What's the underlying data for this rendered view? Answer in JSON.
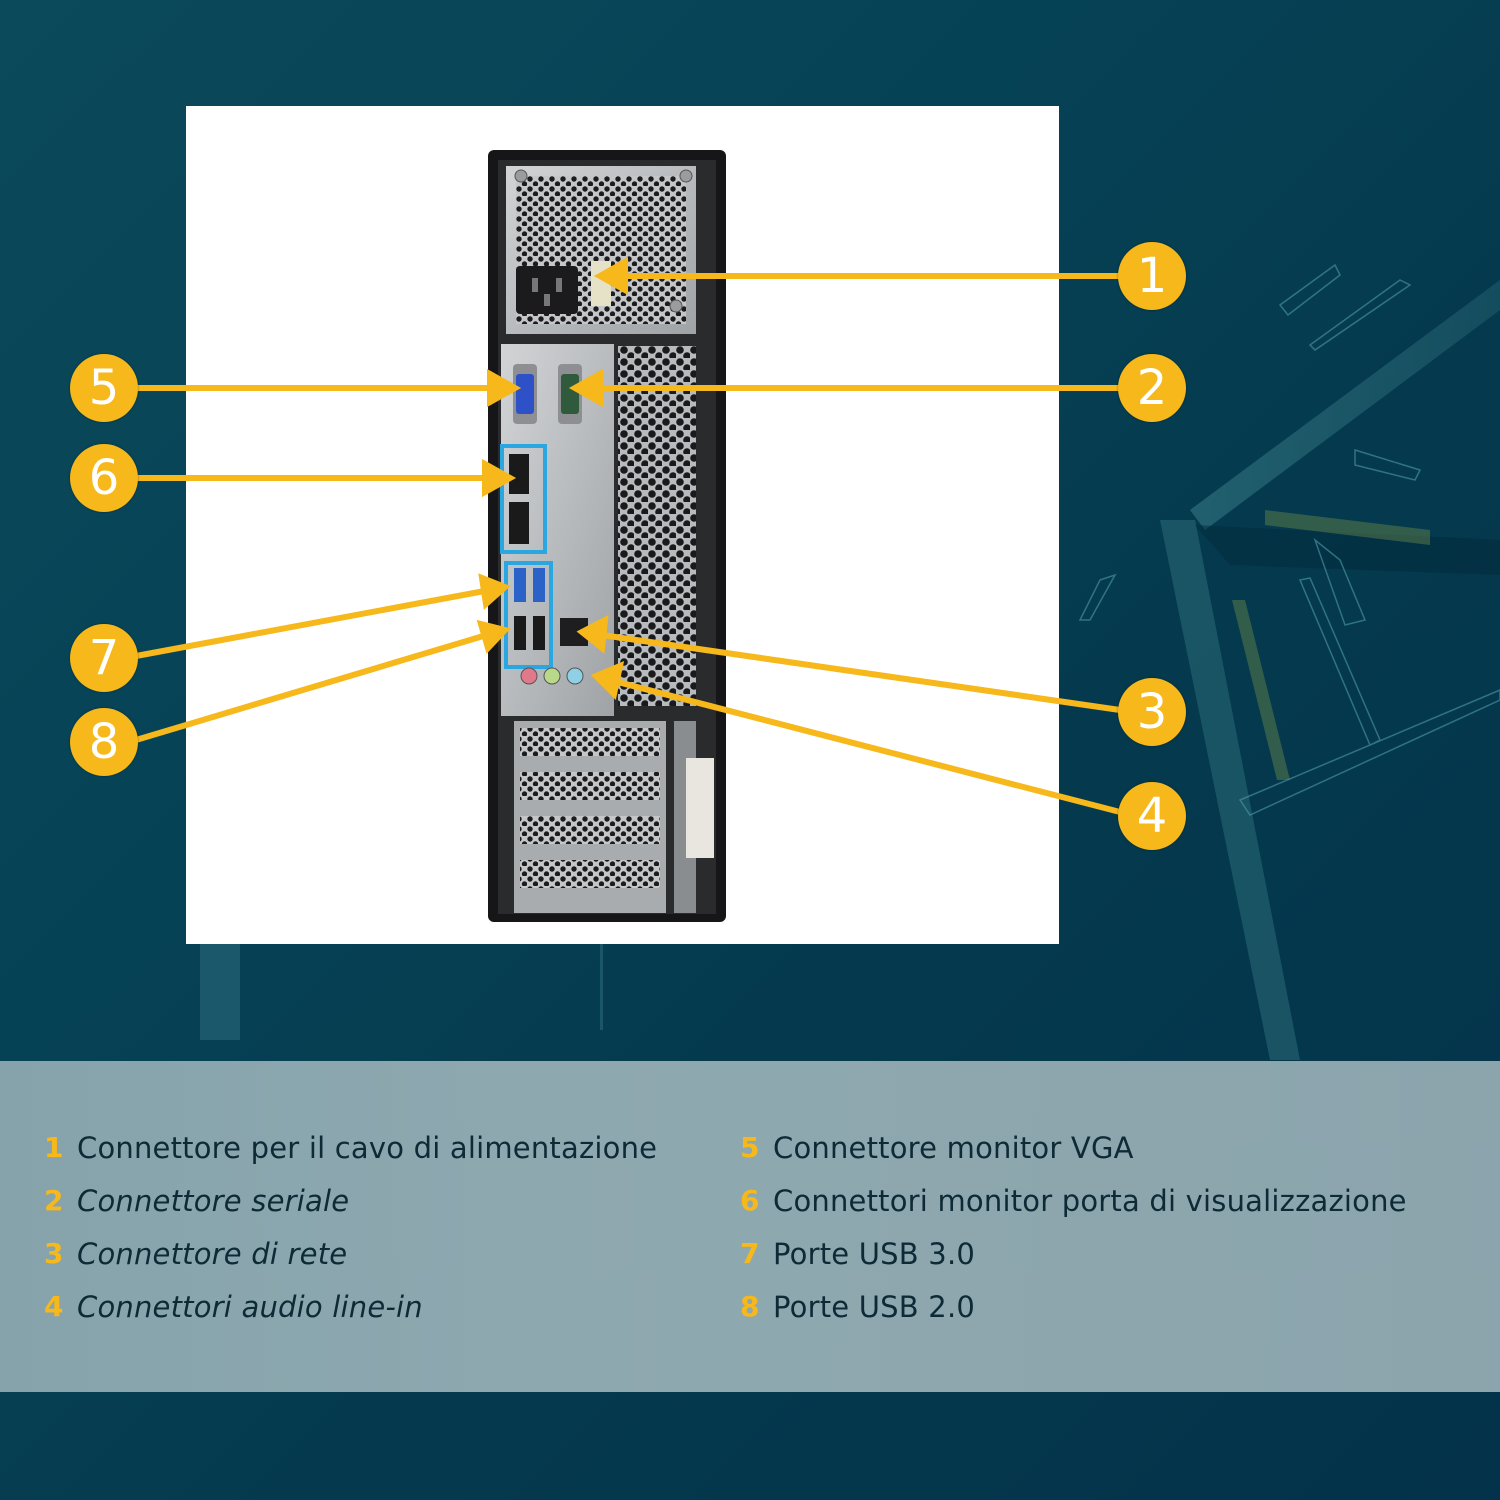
{
  "colors": {
    "background": "#064256",
    "accent": "#f6b81a",
    "highlight_box": "#2aa6e0",
    "legend_band": "#90a8b0",
    "legend_text": "#0e2a36"
  },
  "image": {
    "subject": "Back panel of small form factor desktop PC",
    "highlight_boxes": [
      "display-ports",
      "usb-ports"
    ]
  },
  "callouts": [
    {
      "number": "1",
      "target": "power-connector"
    },
    {
      "number": "2",
      "target": "serial-connector"
    },
    {
      "number": "3",
      "target": "network-connector"
    },
    {
      "number": "4",
      "target": "audio-connectors"
    },
    {
      "number": "5",
      "target": "vga-connector"
    },
    {
      "number": "6",
      "target": "displayport-connectors"
    },
    {
      "number": "7",
      "target": "usb3-ports"
    },
    {
      "number": "8",
      "target": "usb2-ports"
    }
  ],
  "legend": {
    "left": [
      {
        "number": "1",
        "label": "Connettore per il cavo di alimentazione",
        "italic": false
      },
      {
        "number": "2",
        "label": "Connettore seriale",
        "italic": true
      },
      {
        "number": "3",
        "label": "Connettore di rete",
        "italic": true
      },
      {
        "number": "4",
        "label": "Connettori audio line-in",
        "italic": true
      }
    ],
    "right": [
      {
        "number": "5",
        "label": "Connettore monitor VGA",
        "italic": false
      },
      {
        "number": "6",
        "label": "Connettori monitor porta di visualizzazione",
        "italic": false
      },
      {
        "number": "7",
        "label": "Porte USB 3.0",
        "italic": false
      },
      {
        "number": "8",
        "label": "Porte USB 2.0",
        "italic": false
      }
    ]
  }
}
